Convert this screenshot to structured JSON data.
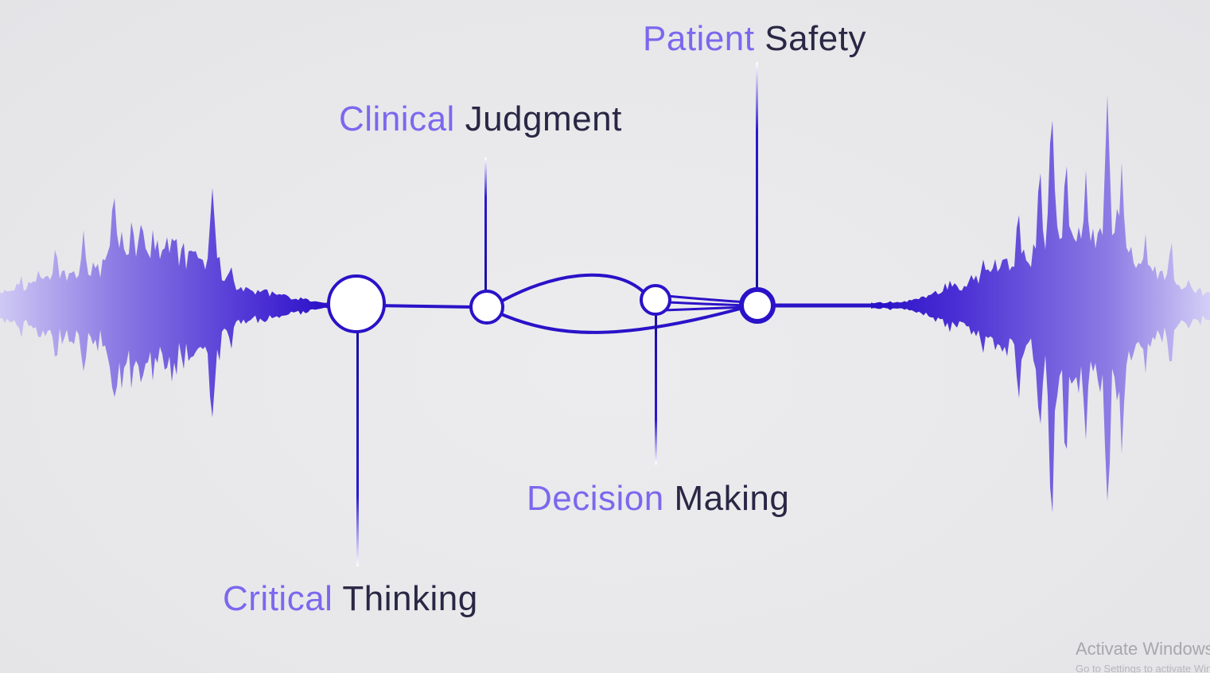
{
  "labels": {
    "patient_safety": {
      "accent": "Patient",
      "main": "Safety"
    },
    "clinical_judgment": {
      "accent": "Clinical",
      "main": "Judgment"
    },
    "decision_making": {
      "accent": "Decision",
      "main": "Making"
    },
    "critical_thinking": {
      "accent": "Critical",
      "main": "Thinking"
    }
  },
  "watermark": {
    "title": "Activate Windows",
    "subtitle": "Go to Settings to activate Windows."
  },
  "colors": {
    "background": "#e9e9eb",
    "wave_dark": "#2d10c9",
    "wave_light": "#c9c2f3",
    "line": "#2a12c8",
    "accent_text": "#7b68ee",
    "main_text": "#2a2745"
  }
}
